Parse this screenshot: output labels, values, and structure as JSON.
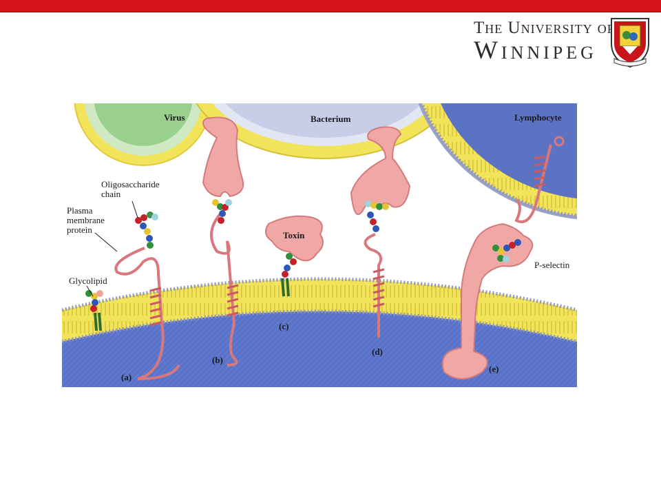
{
  "header": {
    "bar_color": "#d7141a",
    "logo_line1": "The University of",
    "logo_line2": "Winnipeg",
    "crest_icon": "university-crest-icon"
  },
  "figure": {
    "cells": {
      "virus": "Virus",
      "bacterium": "Bacterium",
      "lymphocyte": "Lymphocyte",
      "toxin": "Toxin"
    },
    "labels": {
      "oligosaccharide_line1": "Oligosaccharide",
      "oligosaccharide_line2": "chain",
      "plasma_line1": "Plasma",
      "plasma_line2": "membrane",
      "plasma_line3": "protein",
      "glycolipid": "Glycolipid",
      "p_selectin": "P-selectin"
    },
    "panels": {
      "a": "(a)",
      "b": "(b)",
      "c": "(c)",
      "d": "(d)",
      "e": "(e)"
    }
  }
}
